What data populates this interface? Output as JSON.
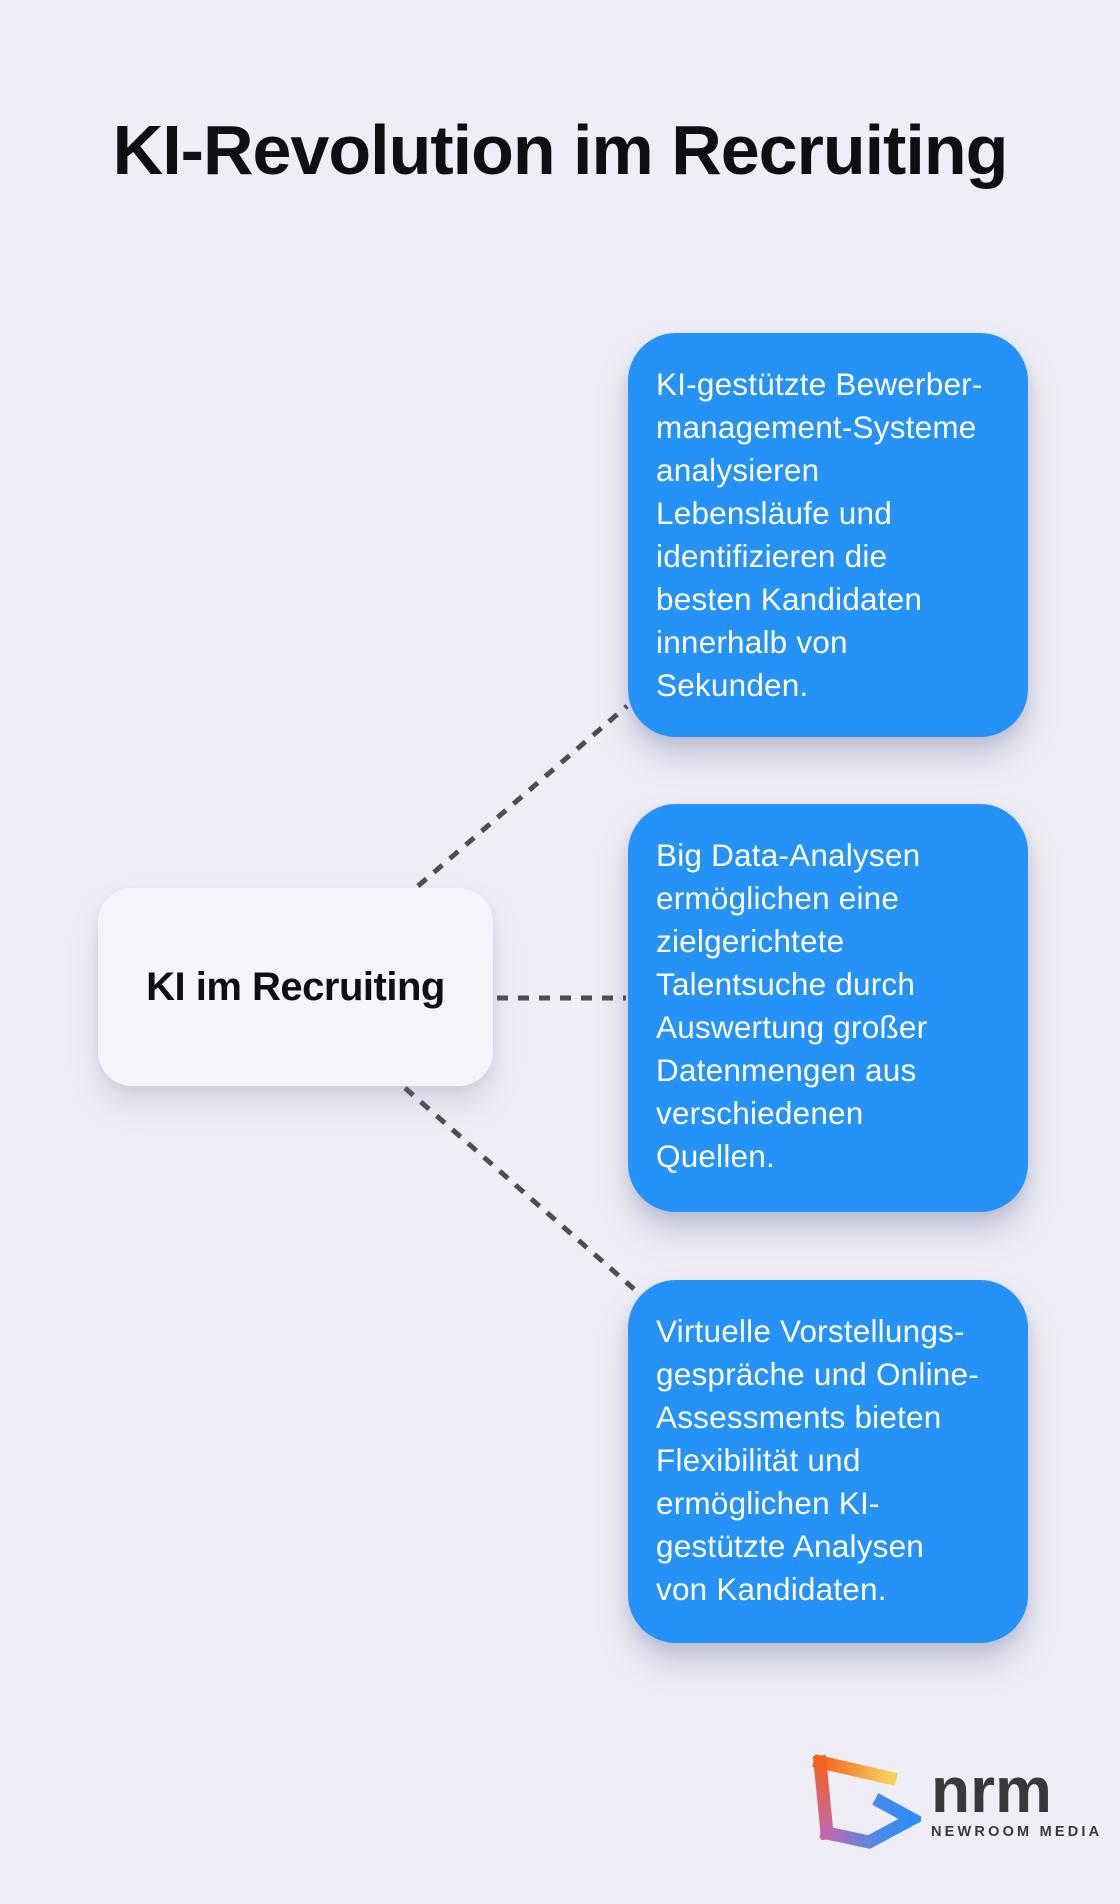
{
  "page": {
    "title": "KI-Revolution im Recruiting",
    "background_color": "#EFEEF6",
    "accent_blue": "#2492F7",
    "dash_color": "#4E4E4E"
  },
  "diagram": {
    "root_node": {
      "label": "KI im Recruiting"
    },
    "branches": [
      {
        "text": "KI-gestützte Bewerber-\nmanagement-Systeme\nanalysieren\nLebensläufe und\nidentifizieren die\nbesten Kandidaten\ninnerhalb von\nSekunden."
      },
      {
        "text": "Big Data-Analysen\nermöglichen eine\nzielgerichtete\nTalentsuche durch\nAuswertung großer\nDatenmengen aus\nverschiedenen\nQuellen."
      },
      {
        "text": "Virtuelle Vorstellungs-\ngespräche und Online-\nAssessments bieten\nFlexibilität und\nermöglichen KI-\ngestützte Analysen\nvon Kandidaten."
      }
    ]
  },
  "footer": {
    "logo_text": "nrm",
    "logo_subtext": "NEWROOM MEDIA"
  }
}
